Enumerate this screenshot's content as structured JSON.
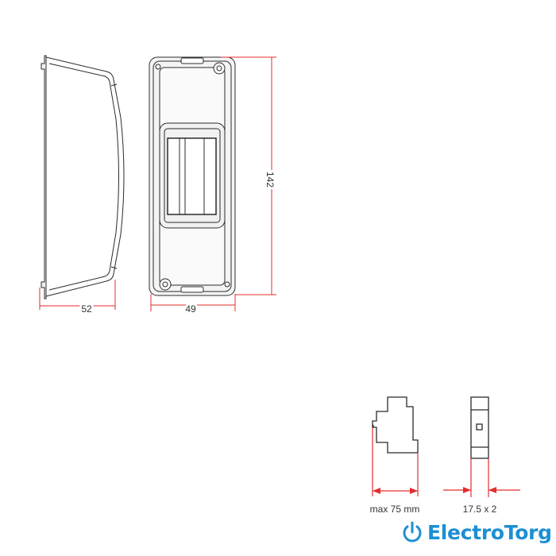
{
  "dimensions": {
    "side_depth": "52",
    "front_width": "49",
    "front_height": "142",
    "module_depth": "max 75 mm",
    "module_width": "17.5 x 2"
  },
  "logo": {
    "text": "ElectroTorg",
    "icon": "power-icon",
    "color": "#1e8fd2"
  },
  "colors": {
    "dimension_line": "#e52d2d",
    "outline": "#2b2b2b"
  }
}
